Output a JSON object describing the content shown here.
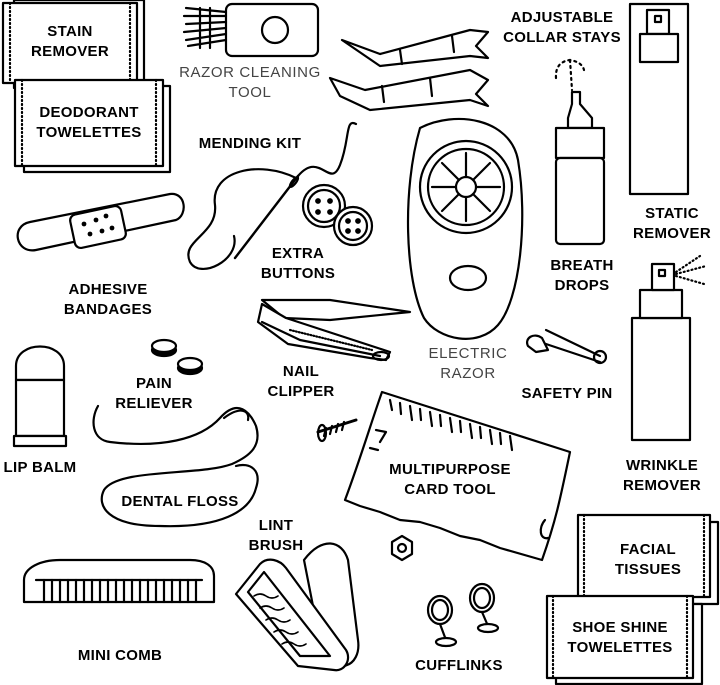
{
  "labels": {
    "stain_remover": [
      "STAIN",
      "REMOVER"
    ],
    "deodorant_towelettes": [
      "DEODORANT",
      "TOWELETTES"
    ],
    "razor_cleaning_tool": [
      "RAZOR CLEANING",
      "TOOL"
    ],
    "adjustable_collar_stays": [
      "ADJUSTABLE",
      "COLLAR STAYS"
    ],
    "mending_kit": "MENDING KIT",
    "extra_buttons": [
      "EXTRA",
      "BUTTONS"
    ],
    "static_remover": [
      "STATIC",
      "REMOVER"
    ],
    "breath_drops": [
      "BREATH",
      "DROPS"
    ],
    "adhesive_bandages": [
      "ADHESIVE",
      "BANDAGES"
    ],
    "nail_clipper": [
      "NAIL",
      "CLIPPER"
    ],
    "electric_razor": [
      "ELECTRIC",
      "RAZOR"
    ],
    "safety_pin": "SAFETY PIN",
    "pain_reliever": [
      "PAIN",
      "RELIEVER"
    ],
    "lip_balm": "LIP BALM",
    "wrinkle_remover": [
      "WRINKLE",
      "REMOVER"
    ],
    "multipurpose_card_tool": [
      "MULTIPURPOSE",
      "CARD TOOL"
    ],
    "dental_floss": "DENTAL FLOSS",
    "lint_brush": [
      "LINT",
      "BRUSH"
    ],
    "facial_tissues": [
      "FACIAL",
      "TISSUES"
    ],
    "mini_comb": "MINI COMB",
    "cufflinks": "CUFFLINKS",
    "shoe_shine_towelettes": [
      "SHOE SHINE",
      "TOWELETTES"
    ]
  },
  "icons": [
    "stain-remover-packet-icon",
    "deodorant-towelettes-packet-icon",
    "razor-cleaning-brush-icon",
    "collar-stays-icon",
    "needle-thread-icon",
    "buttons-icon",
    "static-remover-spray-icon",
    "breath-drops-bottle-icon",
    "adhesive-bandage-icon",
    "nail-clipper-icon",
    "electric-razor-icon",
    "safety-pin-icon",
    "pain-reliever-pills-icon",
    "lip-balm-icon",
    "wrinkle-remover-spray-icon",
    "multipurpose-card-tool-icon",
    "dental-floss-icon",
    "lint-brush-icon",
    "facial-tissues-packet-icon",
    "mini-comb-icon",
    "cufflinks-icon",
    "shoe-shine-packet-icon",
    "screw-icon",
    "nut-icon"
  ]
}
